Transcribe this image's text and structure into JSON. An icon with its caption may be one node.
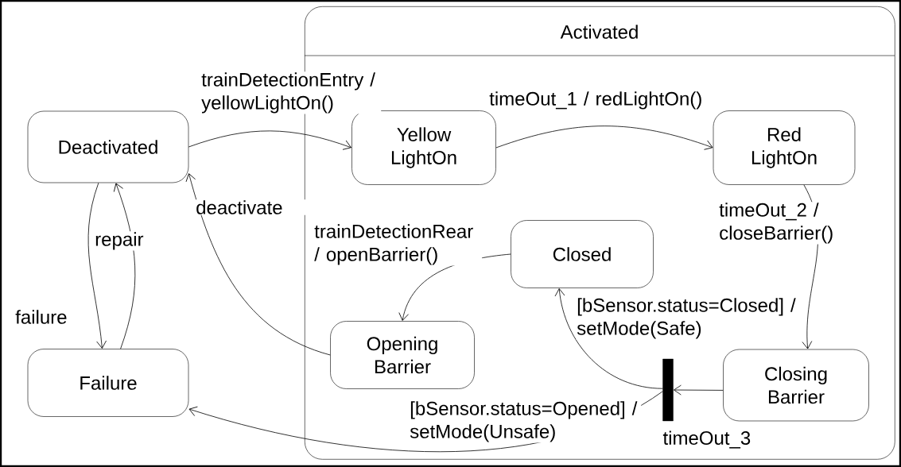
{
  "diagram": {
    "nodes": [
      {
        "text": [
          "Deactivated"
        ]
      },
      {
        "text": [
          "Failure"
        ]
      },
      {
        "text": [
          "Activated"
        ]
      },
      {
        "text": [
          "Yellow LightOn"
        ],
        "in": 2
      },
      {
        "text": [
          "Red LightOn"
        ],
        "in": 2
      },
      {
        "text": [
          "Closed"
        ],
        "in": 2
      },
      {
        "text": [
          "Opening Barrier"
        ],
        "in": 2
      },
      {
        "text": [],
        "shape": "bar",
        "beside": [
          "timeOut_3"
        ],
        "in": 2
      },
      {
        "text": [
          "Closing Barrier"
        ],
        "in": 2
      }
    ],
    "edges": [
      {
        "from": 0,
        "to": 3,
        "arrow": "to",
        "label": "trainDetectionEntry / yellowLightOn()"
      },
      {
        "from": 3,
        "to": 4,
        "arrow": "to",
        "label": "timeOut_1 / redLightOn()"
      },
      {
        "from": 4,
        "to": 8,
        "arrow": "to",
        "label": "timeOut_2 / closeBarrier()"
      },
      {
        "from": 8,
        "to": 7,
        "arrow": "to"
      },
      {
        "from": 7,
        "to": 5,
        "arrow": "to",
        "label": "[bSensor.status=Closed] / setMode(Safe)"
      },
      {
        "from": 7,
        "to": 1,
        "arrow": "to",
        "label": "[bSensor.status=Opened] / setMode(Unsafe)"
      },
      {
        "from": 5,
        "to": 6,
        "arrow": "to",
        "label": "trainDetectionRear / openBarrier()"
      },
      {
        "from": 6,
        "to": 0,
        "arrow": "to",
        "label": "deactivate"
      },
      {
        "from": 0,
        "to": 1,
        "arrow": "to",
        "label": "failure"
      },
      {
        "from": 1,
        "to": 0,
        "arrow": "to",
        "label": "repair"
      }
    ]
  }
}
